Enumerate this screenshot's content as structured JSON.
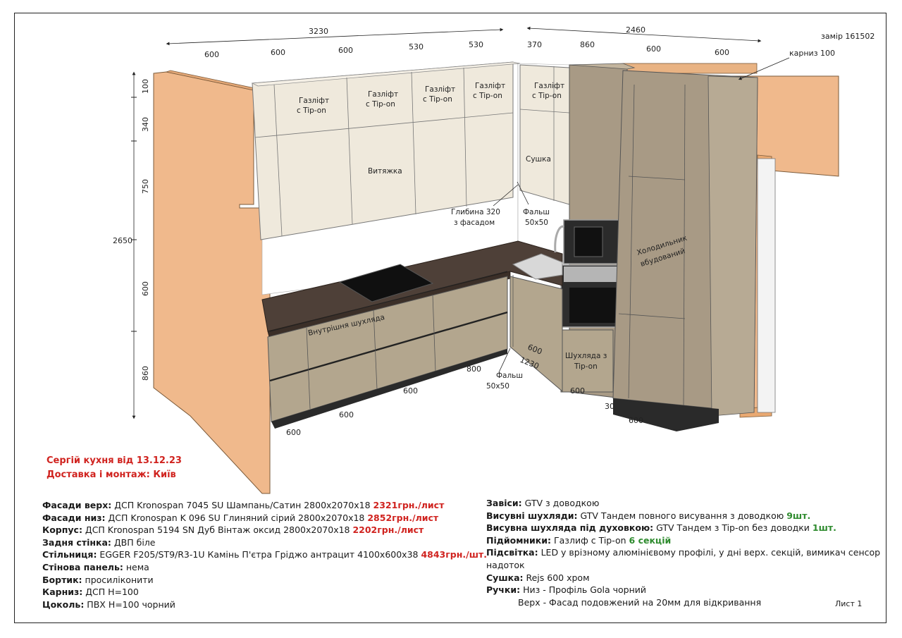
{
  "measure_label": "замір 161502",
  "sheet_label": "Лист 1",
  "title": {
    "line1": "Сергій кухня від 13.12.23",
    "line2": "Доставка і монтаж: Київ"
  },
  "dims": {
    "overall_left": "3230",
    "overall_right": "2460",
    "height_total": "2650",
    "top_row": [
      "600",
      "600",
      "600",
      "530",
      "530",
      "370",
      "860",
      "600",
      "600"
    ],
    "vertical": [
      "100",
      "340",
      "750",
      "600",
      "860"
    ],
    "cornice": "карниз 100",
    "bottom_600a": "600",
    "bottom_600b": "600",
    "bottom_600c": "600",
    "bottom_800": "800",
    "bottom_600d": "600",
    "bottom_1230": "1230",
    "bottom_600e": "600",
    "bottom_30": "30",
    "bottom_600f": "600"
  },
  "annotations": {
    "gaslift1": [
      "Газліфт",
      "с Tip-on"
    ],
    "gaslift2": [
      "Газліфт",
      "с Tip-on"
    ],
    "gaslift3": [
      "Газліфт",
      "с Tip-on"
    ],
    "gaslift4": [
      "Газліфт",
      "с Tip-on"
    ],
    "gaslift5": [
      "Газліфт",
      "с Tip-on"
    ],
    "hood": "Витяжка",
    "dryer": "Сушка",
    "depth": [
      "Глибина 320",
      "з фасадом"
    ],
    "falsh_top": [
      "Фальш",
      "50x50"
    ],
    "falsh_bottom": [
      "Фальш",
      "50x50"
    ],
    "fridge": [
      "Холодильник",
      "вбудований"
    ],
    "inner_drawer": "Внутрішня шухляда",
    "drawer_tipon": [
      "Шухляда з",
      "Tip-on"
    ]
  },
  "spec_left": [
    {
      "label": "Фасади верх:",
      "text": " ДСП Kronospan 7045 SU Шампань/Сатин 2800x2070x18 ",
      "price": "2321грн./лист"
    },
    {
      "label": "Фасади низ:",
      "text": " ДСП Kronospan K 096 SU Глиняний сірий 2800x2070x18 ",
      "price": "2852грн./лист"
    },
    {
      "label": "Корпус:",
      "text": " ДСП Kronospan 5194 SN Дуб Вінтаж оксид 2800x2070x18 ",
      "price": "2202грн./лист"
    },
    {
      "label": "Задня стінка:",
      "text": " ДВП біле",
      "price": ""
    },
    {
      "label": "Стільниця:",
      "text": " EGGER F205/ST9/R3-1U Камінь П'єтра Гріджо антрацит 4100x600x38 ",
      "price": "4843грн./шт."
    },
    {
      "label": "Стінова панель:",
      "text": " нема",
      "price": ""
    },
    {
      "label": "Бортик:",
      "text": " просиліконити",
      "price": ""
    },
    {
      "label": "Карниз:",
      "text": " ДСП H=100",
      "price": ""
    },
    {
      "label": "Цоколь:",
      "text": " ПВХ H=100 чорний",
      "price": ""
    }
  ],
  "spec_right": [
    {
      "label": "Завіси:",
      "text": " GTV з доводкою",
      "count": ""
    },
    {
      "label": "Висувні шухляди:",
      "text": " GTV Тандем повного висування з доводкою ",
      "count": "9шт."
    },
    {
      "label": "Висувна шухляда під духовкою:",
      "text": " GTV Тандем з Tip-on без доводки ",
      "count": "1шт."
    },
    {
      "label": "Підйомники:",
      "text": " Газлиф с Tip-on ",
      "count": "6 секцій"
    },
    {
      "label": "Підсвітка:",
      "text": " LED у врізному алюмінієвому профілі, у дні верх. секцій, вимикач сенсор",
      "count": ""
    },
    {
      "label": "",
      "text": "надоток",
      "count": ""
    },
    {
      "label": "Сушка:",
      "text": " Rejs 600 хром",
      "count": ""
    },
    {
      "label": "Ручки:",
      "text": " Низ - Профіль Gola чорний",
      "count": ""
    },
    {
      "label": "",
      "text": "Верх - Фасад подовжений на 20мм для відкривання",
      "count": ""
    }
  ],
  "colors": {
    "wall": "#f0b98c",
    "upper": "#efe9dc",
    "lower": "#b3a68e",
    "tall": "#a89a85",
    "counter": "#4e4038",
    "plinth": "#2a2a2a",
    "red": "#d0231f",
    "green": "#2e8b2e"
  }
}
